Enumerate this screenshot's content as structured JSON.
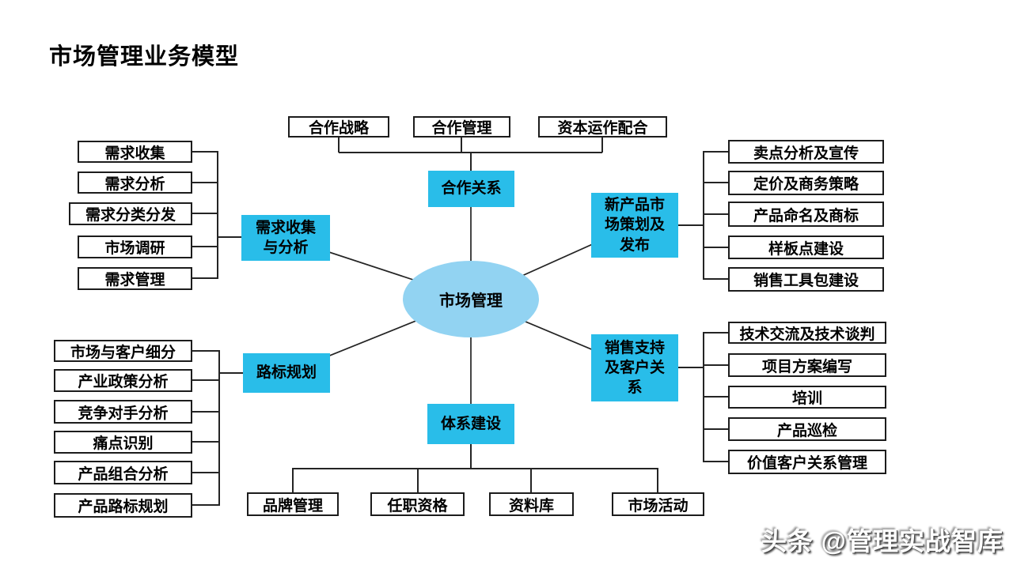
{
  "title": "市场管理业务模型",
  "watermark": "头条 @管理实战智库",
  "colors": {
    "node_blue": "#29bde9",
    "center_blue": "#92d3f2",
    "line": "#222222"
  },
  "center": {
    "label": "市场管理"
  },
  "branches": {
    "cooperation": {
      "label": "合作关系",
      "children": [
        "合作战略",
        "合作管理",
        "资本运作配合"
      ]
    },
    "demand": {
      "label": "需求收集\n与分析",
      "children": [
        "需求收集",
        "需求分析",
        "需求分类分发",
        "市场调研",
        "需求管理"
      ]
    },
    "newproduct": {
      "label": "新产品市\n场策划及\n发布",
      "children": [
        "卖点分析及宣传",
        "定价及商务策略",
        "产品命名及商标",
        "样板点建设",
        "销售工具包建设"
      ]
    },
    "roadmap": {
      "label": "路标规划",
      "children": [
        "市场与客户细分",
        "产业政策分析",
        "竞争对手分析",
        "痛点识别",
        "产品组合分析",
        "产品路标规划"
      ]
    },
    "sales": {
      "label": "销售支持\n及客户关\n系",
      "children": [
        "技术交流及技术谈判",
        "项目方案编写",
        "培训",
        "产品巡检",
        "价值客户关系管理"
      ]
    },
    "system": {
      "label": "体系建设",
      "children": [
        "品牌管理",
        "任职资格",
        "资料库",
        "市场活动"
      ]
    }
  }
}
